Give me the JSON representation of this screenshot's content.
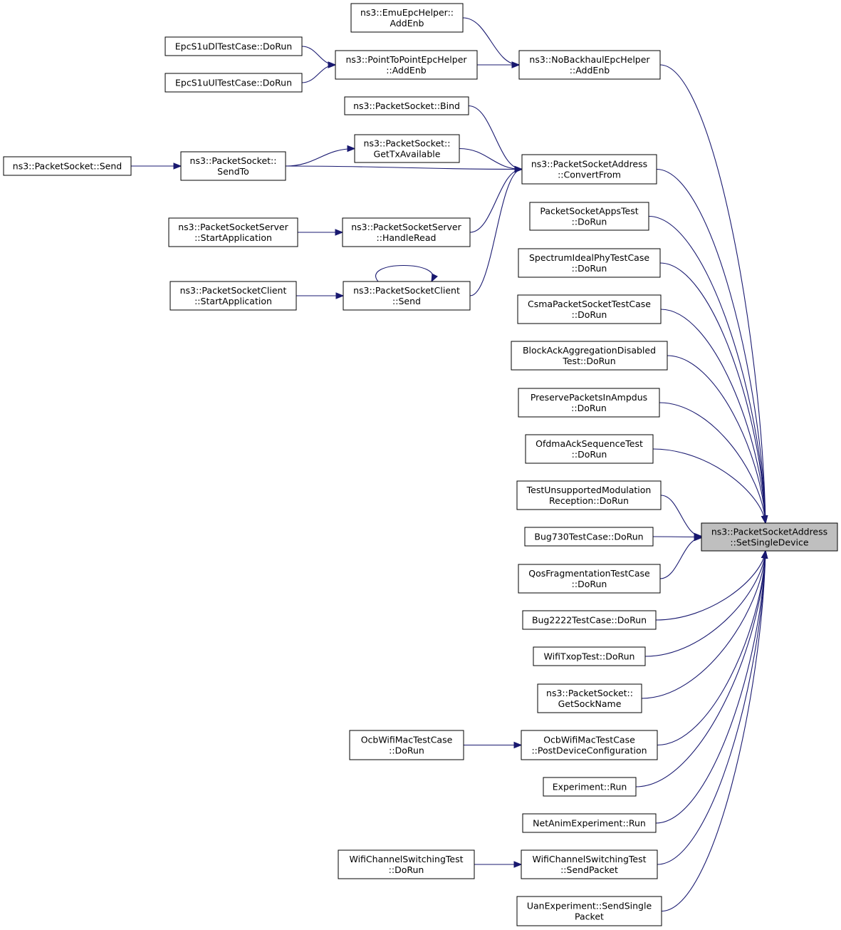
{
  "nodes": [
    {
      "id": "target",
      "lines": [
        "ns3::PacketSocketAddress",
        "::SetSingleDevice"
      ],
      "highlight": true
    },
    {
      "id": "noBackhaul",
      "lines": [
        "ns3::NoBackhaulEpcHelper",
        "::AddEnb"
      ]
    },
    {
      "id": "emuEpc",
      "lines": [
        "ns3::EmuEpcHelper::",
        "AddEnb"
      ]
    },
    {
      "id": "p2pEpc",
      "lines": [
        "ns3::PointToPointEpcHelper",
        "::AddEnb"
      ]
    },
    {
      "id": "s1uDl",
      "lines": [
        "EpcS1uDlTestCase::DoRun"
      ]
    },
    {
      "id": "s1uUl",
      "lines": [
        "EpcS1uUlTestCase::DoRun"
      ]
    },
    {
      "id": "bind",
      "lines": [
        "ns3::PacketSocket::Bind"
      ]
    },
    {
      "id": "convertFrom",
      "lines": [
        "ns3::PacketSocketAddress",
        "::ConvertFrom"
      ]
    },
    {
      "id": "getTx",
      "lines": [
        "ns3::PacketSocket::",
        "GetTxAvailable"
      ]
    },
    {
      "id": "sendTo",
      "lines": [
        "ns3::PacketSocket::",
        "SendTo"
      ]
    },
    {
      "id": "psSend",
      "lines": [
        "ns3::PacketSocket::Send"
      ]
    },
    {
      "id": "handleRead",
      "lines": [
        "ns3::PacketSocketServer",
        "::HandleRead"
      ]
    },
    {
      "id": "serverStart",
      "lines": [
        "ns3::PacketSocketServer",
        "::StartApplication"
      ]
    },
    {
      "id": "clientSend",
      "lines": [
        "ns3::PacketSocketClient",
        "::Send"
      ]
    },
    {
      "id": "clientStart",
      "lines": [
        "ns3::PacketSocketClient",
        "::StartApplication"
      ]
    },
    {
      "id": "appsTest",
      "lines": [
        "PacketSocketAppsTest",
        "::DoRun"
      ]
    },
    {
      "id": "spectrum",
      "lines": [
        "SpectrumIdealPhyTestCase",
        "::DoRun"
      ]
    },
    {
      "id": "csma",
      "lines": [
        "CsmaPacketSocketTestCase",
        "::DoRun"
      ]
    },
    {
      "id": "blockAck",
      "lines": [
        "BlockAckAggregationDisabled",
        "Test::DoRun"
      ]
    },
    {
      "id": "preserve",
      "lines": [
        "PreservePacketsInAmpdus",
        "::DoRun"
      ]
    },
    {
      "id": "ofdma",
      "lines": [
        "OfdmaAckSequenceTest",
        "::DoRun"
      ]
    },
    {
      "id": "unsupported",
      "lines": [
        "TestUnsupportedModulation",
        "Reception::DoRun"
      ]
    },
    {
      "id": "bug730",
      "lines": [
        "Bug730TestCase::DoRun"
      ]
    },
    {
      "id": "qosFrag",
      "lines": [
        "QosFragmentationTestCase",
        "::DoRun"
      ]
    },
    {
      "id": "bug2222",
      "lines": [
        "Bug2222TestCase::DoRun"
      ]
    },
    {
      "id": "txop",
      "lines": [
        "WifiTxopTest::DoRun"
      ]
    },
    {
      "id": "sockName",
      "lines": [
        "ns3::PacketSocket::",
        "GetSockName"
      ]
    },
    {
      "id": "ocbPost",
      "lines": [
        "OcbWifiMacTestCase",
        "::PostDeviceConfiguration"
      ]
    },
    {
      "id": "ocbRun",
      "lines": [
        "OcbWifiMacTestCase",
        "::DoRun"
      ]
    },
    {
      "id": "experiment",
      "lines": [
        "Experiment::Run"
      ]
    },
    {
      "id": "netAnim",
      "lines": [
        "NetAnimExperiment::Run"
      ]
    },
    {
      "id": "chanSendPkt",
      "lines": [
        "WifiChannelSwitchingTest",
        "::SendPacket"
      ]
    },
    {
      "id": "chanDoRun",
      "lines": [
        "WifiChannelSwitchingTest",
        "::DoRun"
      ]
    },
    {
      "id": "uan",
      "lines": [
        "UanExperiment::SendSingle",
        "Packet"
      ]
    }
  ],
  "edges": [
    [
      "emuEpc",
      "noBackhaul"
    ],
    [
      "p2pEpc",
      "noBackhaul"
    ],
    [
      "s1uDl",
      "p2pEpc"
    ],
    [
      "s1uUl",
      "p2pEpc"
    ],
    [
      "noBackhaul",
      "target"
    ],
    [
      "bind",
      "convertFrom"
    ],
    [
      "getTx",
      "convertFrom"
    ],
    [
      "sendTo",
      "convertFrom"
    ],
    [
      "sendTo",
      "getTx"
    ],
    [
      "psSend",
      "sendTo"
    ],
    [
      "handleRead",
      "convertFrom"
    ],
    [
      "clientSend",
      "convertFrom"
    ],
    [
      "serverStart",
      "handleRead"
    ],
    [
      "clientStart",
      "clientSend"
    ],
    [
      "clientSend",
      "clientSend"
    ],
    [
      "convertFrom",
      "target"
    ],
    [
      "appsTest",
      "target"
    ],
    [
      "spectrum",
      "target"
    ],
    [
      "csma",
      "target"
    ],
    [
      "blockAck",
      "target"
    ],
    [
      "preserve",
      "target"
    ],
    [
      "ofdma",
      "target"
    ],
    [
      "unsupported",
      "target"
    ],
    [
      "bug730",
      "target"
    ],
    [
      "qosFrag",
      "target"
    ],
    [
      "bug2222",
      "target"
    ],
    [
      "txop",
      "target"
    ],
    [
      "sockName",
      "target"
    ],
    [
      "ocbRun",
      "ocbPost"
    ],
    [
      "ocbPost",
      "target"
    ],
    [
      "experiment",
      "target"
    ],
    [
      "netAnim",
      "target"
    ],
    [
      "chanDoRun",
      "chanSendPkt"
    ],
    [
      "chanSendPkt",
      "target"
    ],
    [
      "uan",
      "target"
    ]
  ],
  "colors": {
    "edge": "#191970",
    "node_border": "#000000",
    "highlight_fill": "#bfbfbf",
    "node_fill": "#ffffff"
  }
}
